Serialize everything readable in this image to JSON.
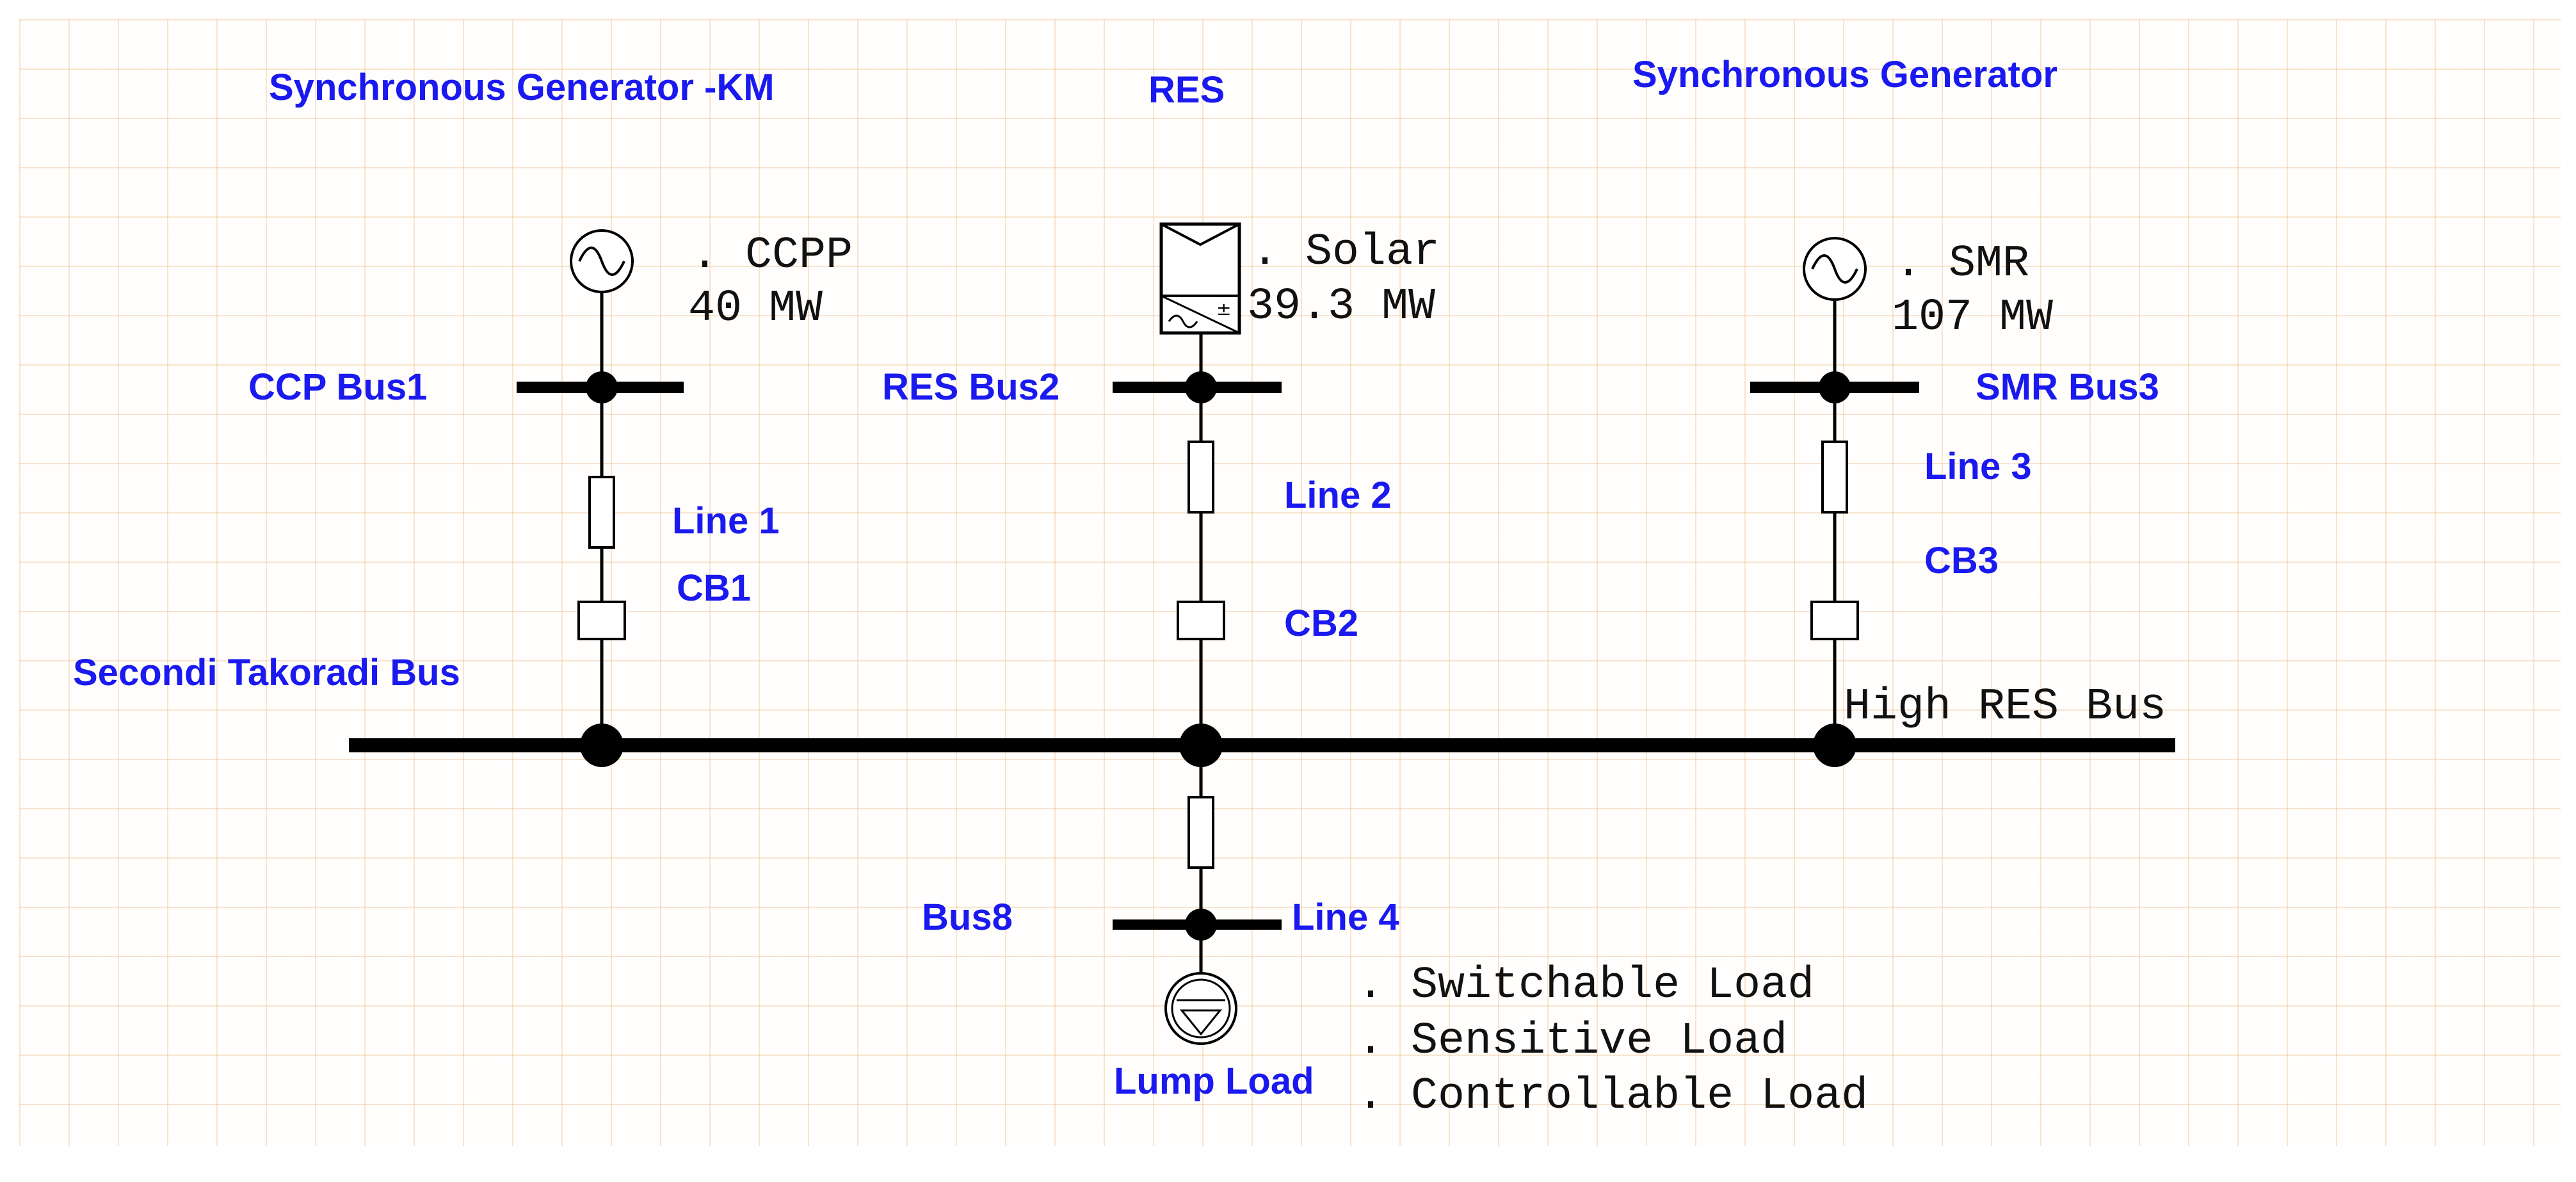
{
  "group_titles": {
    "left": "Synchronous Generator -KM",
    "middle": "RES",
    "right": "Synchronous Generator"
  },
  "generators": {
    "ccpp": {
      "name": ". CCPP",
      "rating": "40 MW"
    },
    "solar": {
      "name": ". Solar",
      "rating": "39.3 MW"
    },
    "smr": {
      "name": ". SMR",
      "rating": "107 MW"
    }
  },
  "buses": {
    "bus1": "CCP Bus1",
    "bus2": "RES Bus2",
    "bus3": "SMR Bus3",
    "main_left": "Secondi Takoradi Bus",
    "main_right": "High RES Bus",
    "bus8": "Bus8"
  },
  "lines": {
    "line1": "Line 1",
    "line2": "Line 2",
    "line3": "Line 3",
    "line4": "Line 4"
  },
  "breakers": {
    "cb1": "CB1",
    "cb2": "CB2",
    "cb3": "CB3"
  },
  "load": {
    "name": "Lump Load",
    "types": [
      ". Switchable Load",
      ". Sensitive Load",
      ". Controllable Load"
    ]
  },
  "colors": {
    "label_blue": "#1a1af0",
    "line_black": "#000000",
    "grid": "#f0c496"
  }
}
